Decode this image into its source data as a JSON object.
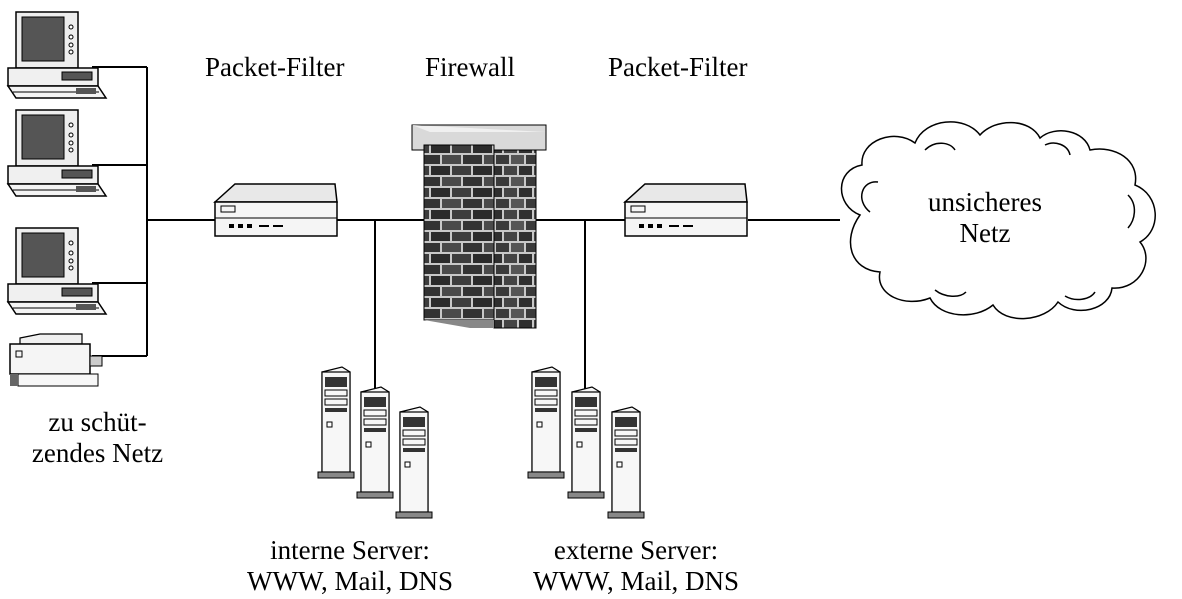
{
  "labels": {
    "packet_filter_left": "Packet-Filter",
    "firewall": "Firewall",
    "packet_filter_right": "Packet-Filter",
    "unsafe_net_line1": "unsicheres",
    "unsafe_net_line2": "Netz",
    "protected_net_line1": "zu schüt-",
    "protected_net_line2": "zendes Netz",
    "internal_servers_line1": "interne Server:",
    "internal_servers_line2": "WWW, Mail, DNS",
    "external_servers_line1": "externe Server:",
    "external_servers_line2": "WWW, Mail, DNS"
  },
  "icons": [
    "pc-icon",
    "printer-icon",
    "router-icon",
    "brick-wall-icon",
    "server-tower-icon",
    "cloud-icon"
  ],
  "colors": {
    "brick": "#3a3a3a",
    "mortar": "#c8c8c8",
    "wall_cap": "#d9d9d9",
    "monitor_screen": "#555555",
    "device_body": "#f0f0f0",
    "line": "#000000"
  }
}
